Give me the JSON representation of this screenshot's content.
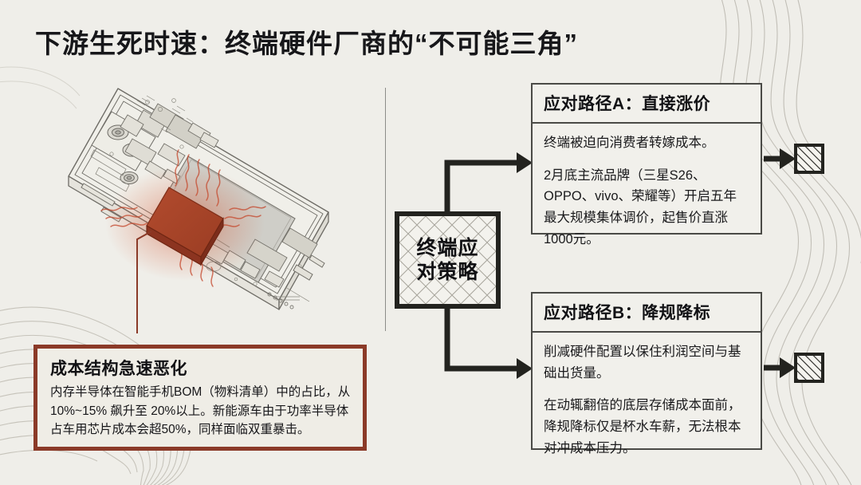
{
  "page": {
    "title": "下游生死时速：终端硬件厂商的“不可能三角”",
    "background_color": "#EFEEE9",
    "accent_red": "#8B3A28",
    "ink_color": "#23231F"
  },
  "illustration": {
    "name": "isometric-smartphone-internals",
    "highlight_chip_label": "memory-chip",
    "highlight_chip_color": "#A8432A",
    "heat_waves_color": "#C4472C"
  },
  "center_node": {
    "label_line1": "终端应",
    "label_line2": "对策略",
    "label_full": "终端应对策略"
  },
  "paths": [
    {
      "id": "path-a",
      "header": "应对路径A：直接涨价",
      "paragraphs": [
        "终端被迫向消费者转嫁成本。",
        "2月底主流品牌（三星S26、OPPO、vivo、荣耀等）开启五年最大规模集体调价，起售价直涨1000元。"
      ],
      "terminal_icon": "hatched-square-icon"
    },
    {
      "id": "path-b",
      "header": "应对路径B：降规降标",
      "paragraphs": [
        "削减硬件配置以保住利润空间与基础出货量。",
        "在动辄翻倍的底层存储成本面前，降规降标仅是杯水车薪，无法根本对冲成本压力。"
      ],
      "terminal_icon": "hatched-square-icon"
    }
  ],
  "callout": {
    "title": "成本结构急速恶化",
    "text": "内存半导体在智能手机BOM（物料清单）中的占比，从10%~15% 飙升至 20%以上。新能源车由于功率半导体占车用芯片成本会超50%，同样面临双重暴击。"
  }
}
